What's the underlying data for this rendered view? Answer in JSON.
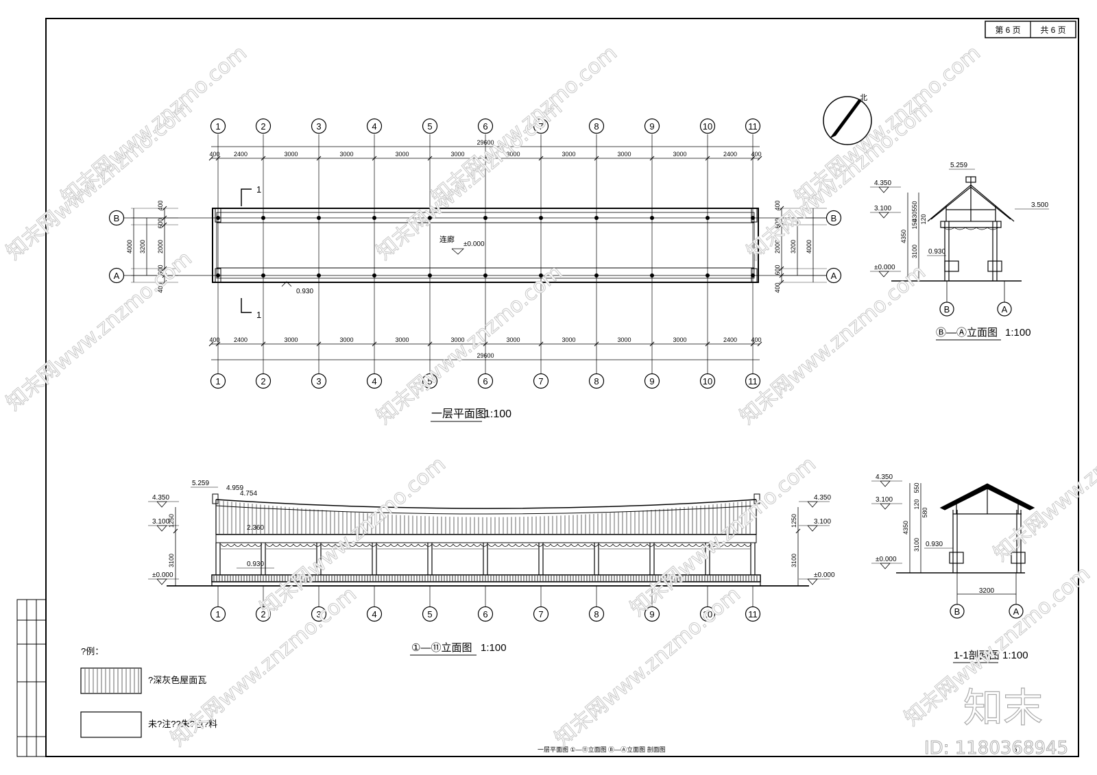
{
  "sheet": {
    "page_label": "第 6 页",
    "total_label": "共 6 页",
    "footer_titles": "一层平面图     ①—⑪立面图   Ⓑ—Ⓐ立面图 剖面图",
    "page_num": "5"
  },
  "axes": {
    "numbers": [
      "1",
      "2",
      "3",
      "4",
      "5",
      "6",
      "7",
      "8",
      "9",
      "10",
      "11"
    ],
    "spans": [
      "400",
      "2400",
      "3000",
      "3000",
      "3000",
      "3000",
      "3000",
      "3000",
      "3000",
      "3000",
      "2400",
      "400"
    ],
    "total": "29600",
    "rows": [
      "B",
      "A"
    ],
    "side_dims": [
      "400",
      "600",
      "2000",
      "600",
      "400"
    ],
    "side_mid": "3200",
    "side_total": "4000"
  },
  "plan": {
    "title": "一层平面图",
    "scale": "1:100",
    "room_label": "连廊",
    "room_level": "±0.000",
    "seat_level": "0.930",
    "section_mark": "1"
  },
  "side_elev": {
    "title": "Ⓑ—Ⓐ立面图",
    "scale": "1:100",
    "levels": [
      "5.259",
      "4.350",
      "3.100",
      "0.930",
      "±0.000",
      "3.500"
    ],
    "dims": [
      "550",
      "430",
      "150",
      "120",
      "4350",
      "3100"
    ]
  },
  "front_elev": {
    "title": "①—⑪立面图",
    "scale": "1:100",
    "levels_left": [
      "5.259",
      "4.959",
      "4.754",
      "4.350",
      "3.100",
      "2.360",
      "0.930",
      "±0.000"
    ],
    "levels_right": [
      "4.350",
      "3.100",
      "±0.000"
    ],
    "dims": [
      "1250",
      "3100"
    ]
  },
  "section": {
    "title": "1-1剖面图",
    "scale": "1:100",
    "levels": [
      "4.350",
      "3.100",
      "0.930",
      "±0.000"
    ],
    "dims": [
      "550",
      "580",
      "120",
      "4350",
      "3100",
      "3200"
    ]
  },
  "legend": {
    "title": "?例：",
    "items": [
      "?深灰色屋面瓦",
      "未?注??朱?色?料"
    ]
  },
  "compass": {
    "north": "北"
  },
  "watermark": {
    "site": "知末网www.znzmo.com",
    "brand": "知末",
    "id": "ID: 1180368945"
  }
}
